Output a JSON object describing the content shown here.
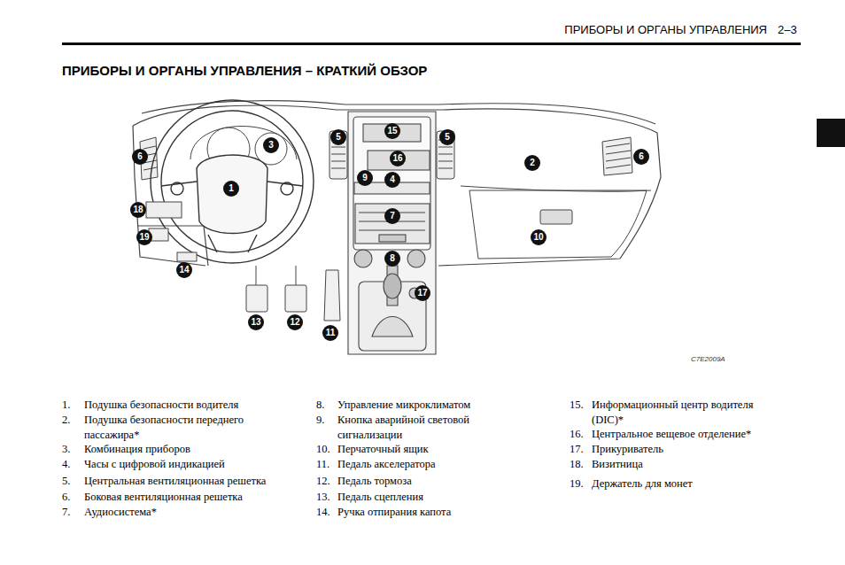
{
  "diagram": {
    "title": "ПРИБОРЫ И ОРГАНЫ УПРАВЛЕНИЯ – КРАТКИЙ ОБЗОР",
    "labels": [
      "ПРИБОРЫ И ОРГАНЫ УПРАВЛЕНИЯ",
      "2–3",
      "15",
      "3",
      "5",
      "5",
      "6",
      "16",
      "6",
      "2",
      "9",
      "4",
      "1",
      "18",
      "7",
      "19",
      "10",
      "8",
      "14",
      "17",
      "13",
      "12",
      "11",
      "C7E2009A",
      "1.",
      "Подушка безопасности водителя",
      "2.",
      "Подушка безопасности переднего пассажира*",
      "3.",
      "Комбинация приборов",
      "4.",
      "Часы с цифровой индикацией",
      "5.",
      "Центральная вентиляционная решетка",
      "6.",
      "Боковая вентиляционная решетка",
      "7.",
      "Аудиосистема*",
      "8.",
      "Управление микроклиматом",
      "9.",
      "Кнопка аварийной световой сигнализации",
      "10.",
      "Перчаточный ящик",
      "11.",
      "Педаль акселератора",
      "12.",
      "Педаль тормоза",
      "13.",
      "Педаль сцепления",
      "14.",
      "Ручка отпирания капота",
      "15.",
      "Информационный центр водителя (DIC)*",
      "16.",
      "Центральное вещевое отделение*",
      "17.",
      "Прикуриватель",
      "18.",
      "Визитница",
      "19.",
      "Держатель для монет"
    ]
  }
}
